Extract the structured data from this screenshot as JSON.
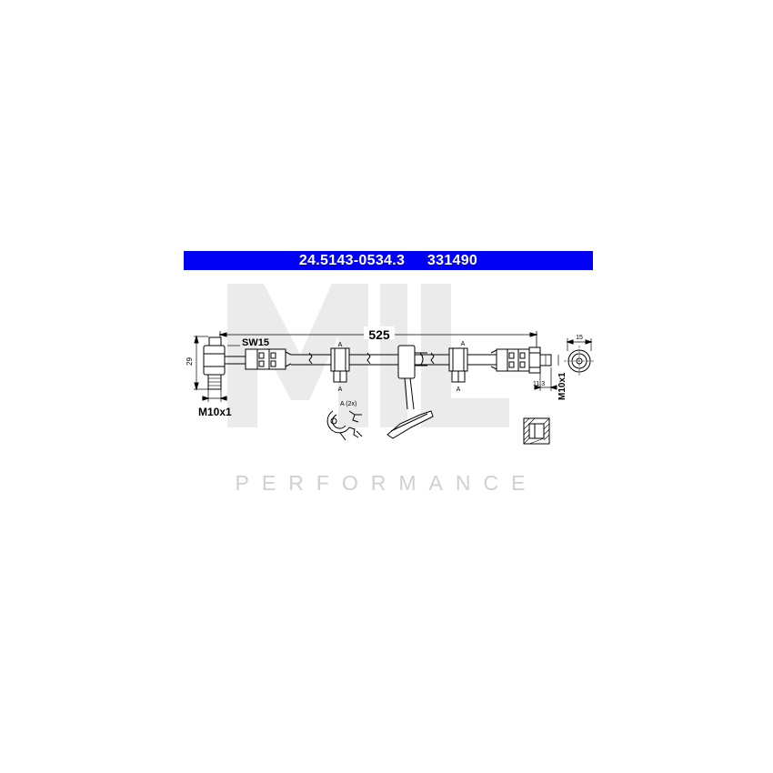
{
  "header": {
    "part_number": "24.5143-0534.3",
    "ref_number": "331490",
    "color": "#0000f5"
  },
  "watermark": {
    "text": "PERFORMANCE"
  },
  "dimensions": {
    "length": "525",
    "left_height": "29",
    "wrench_size": "SW15",
    "left_thread": "M10x1",
    "right_thread": "M10x1",
    "right_offset": "11,3",
    "right_diameter": "15",
    "clip_label_top_1": "A",
    "clip_label_top_2": "A",
    "clip_label_bottom_1": "A",
    "clip_label_bottom_2": "A",
    "clip_detail": "A (2x)"
  }
}
